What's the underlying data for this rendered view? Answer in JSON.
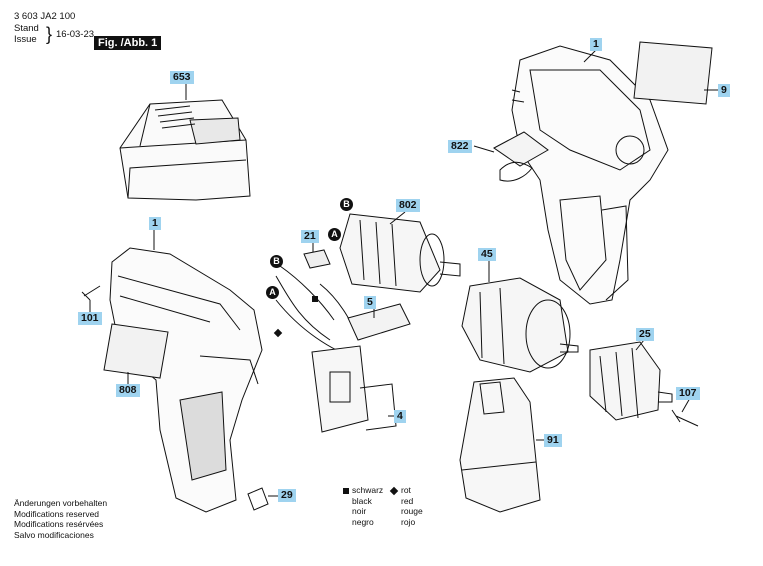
{
  "header": {
    "doc_number": "3 603 JA2 100",
    "stand": "Stand",
    "issue": "Issue",
    "date": "16-03-23",
    "fig_label": "Fig. /Abb. 1"
  },
  "parts": {
    "p1_top": "1",
    "p9": "9",
    "p822": "822",
    "p653": "653",
    "p1_left": "1",
    "p21": "21",
    "p802": "802",
    "p101": "101",
    "p5": "5",
    "p45": "45",
    "p808": "808",
    "p4": "4",
    "p25": "25",
    "p107": "107",
    "p91": "91",
    "p29": "29"
  },
  "markers": {
    "a1": "A",
    "a2": "A",
    "b1": "B",
    "b2": "B"
  },
  "legend": {
    "black": [
      "schwarz",
      "black",
      "noir",
      "negro"
    ],
    "red": [
      "rot",
      "red",
      "rouge",
      "rojo"
    ]
  },
  "notes": [
    "Änderungen vorbehalten",
    "Modifications reserved",
    "Modifications resérvées",
    "Salvo modificaciones"
  ],
  "colors": {
    "callout": "#9fd3ef",
    "line": "#111111"
  }
}
